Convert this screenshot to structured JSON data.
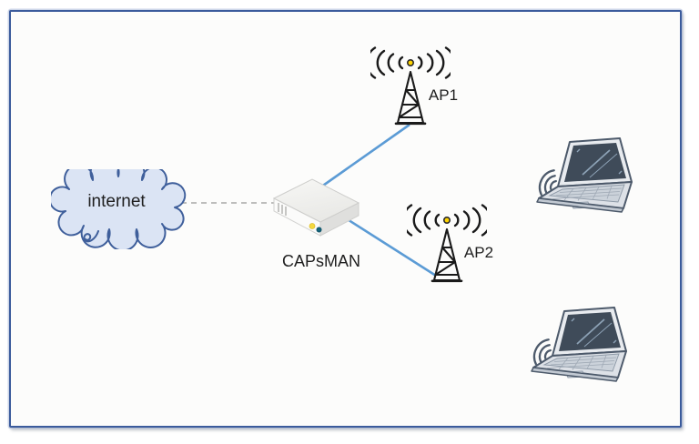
{
  "diagram": {
    "type": "network-topology",
    "frame": {
      "background": "#fcfcfb",
      "border_color": "#3b5b9c"
    },
    "nodes": {
      "internet": {
        "label": "internet",
        "icon": "cloud-icon",
        "fill": "#dbe4f4",
        "stroke": "#3f5f9b"
      },
      "capsman": {
        "label": "CAPsMAN",
        "icon": "wireless-router-icon",
        "body_color": "#fbfbfa",
        "led_colors": [
          "#f5d93f",
          "#16657c"
        ]
      },
      "ap1": {
        "label": "AP1",
        "icon": "antenna-tower-icon",
        "beacon_color": "#ffd400"
      },
      "ap2": {
        "label": "AP2",
        "icon": "antenna-tower-icon",
        "beacon_color": "#ffd400"
      },
      "laptop1": {
        "icon": "laptop-icon",
        "wifi": "wifi-waves-icon"
      },
      "laptop2": {
        "icon": "laptop-icon",
        "wifi": "wifi-waves-icon"
      }
    },
    "connections": [
      {
        "from": "internet",
        "to": "capsman",
        "style": "dashed",
        "color": "#a8a8a8"
      },
      {
        "from": "capsman",
        "to": "ap1",
        "style": "solid",
        "color": "#5b9bd5"
      },
      {
        "from": "capsman",
        "to": "ap2",
        "style": "solid",
        "color": "#5b9bd5"
      }
    ]
  }
}
